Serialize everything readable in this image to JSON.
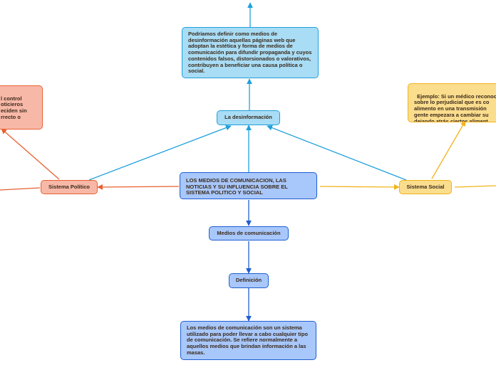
{
  "colors": {
    "blue_link": "#1ea0dc",
    "dark_blue_link": "#1f5fd0",
    "red_link": "#e86030",
    "yellow_link": "#f2b31a"
  },
  "nodes": {
    "main_topic": "LOS MEDIOS DE COMUNICACION, LAS NOTICIAS Y SU INFLUENCIA SOBRE EL SISTEMA POLITICO Y SOCIAL",
    "desinformacion_label": "La desinformación",
    "desinformacion_text": "Podríamos definir como medios de desinformación aquellas páginas web que adoptan la estética y forma de medios de comunicación para difundir propaganda y cuyos contenidos falsos, distorsionados o valorativos, contribuyen a beneficiar una causa política o social.",
    "sistema_politico": "Sistema Político",
    "politico_text": "l control\noticieros\neciden sin\nrrecto o",
    "sistema_social": "Sistema Social",
    "social_text": "Ejemplo: Si un médico reconoc\nsobre lo perjudicial que es co\nalimento en una transmisión\ngente empezara a cambiar su\ndejando atrás ciertos aliment",
    "medios_comunicacion": "Medios de comunicación",
    "definicion": "Definición",
    "definicion_text": "Los medios de comunicación son un sistema utilizado para poder llevar a cabo cualquier tipo de comunicación. Se refiere normalmente a aquellos medios que brindan información a las masas."
  }
}
